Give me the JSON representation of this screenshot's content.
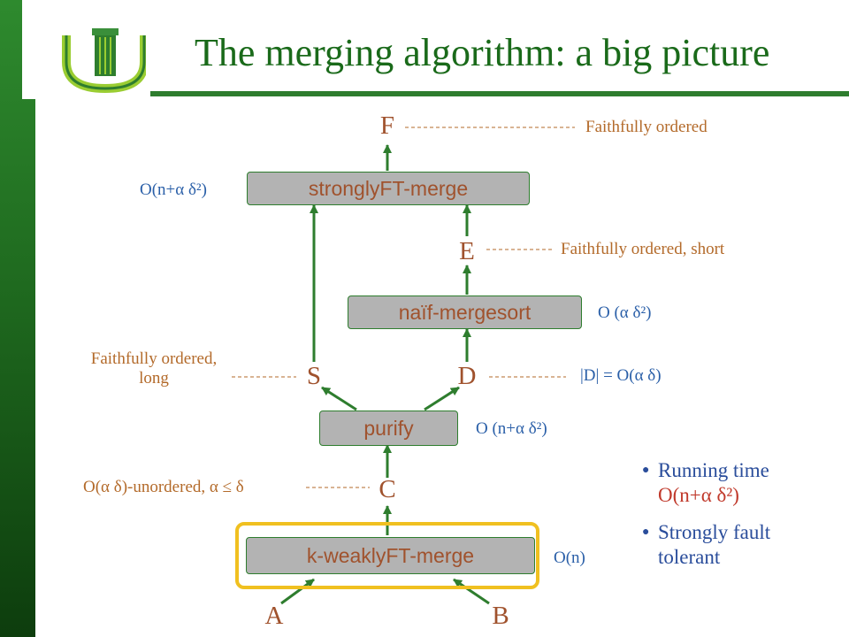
{
  "title": "The merging algorithm: a big picture",
  "logo": {
    "icon": "university-u-logo-icon",
    "colors": {
      "tower": "#2e7d2e",
      "u": "#9acd32"
    }
  },
  "colors": {
    "accent_green": "#2e7d2e",
    "box_fill": "#b3b3b3",
    "label_orange": "#b36a2a",
    "label_blue": "#2a5fa8",
    "highlight": "#f0c020"
  },
  "diagram": {
    "boxes": {
      "strongly": "stronglyFT-merge",
      "naif": "naïf-mergesort",
      "purify": "purify",
      "weakly": "k-weaklyFT-merge"
    },
    "nodes": {
      "F": "F",
      "E": "E",
      "S": "S",
      "D": "D",
      "C": "C",
      "A": "A",
      "B": "B"
    },
    "annotations": {
      "f_label": "Faithfully ordered",
      "e_label": "Faithfully ordered, short",
      "s_label_line1": "Faithfully ordered,",
      "s_label_line2": "long",
      "d_label": "|D| = O(α δ)",
      "c_label": "O(α δ)-unordered, α ≤ δ",
      "strongly_cost": "O(n+α δ²)",
      "naif_cost": "O (α δ²)",
      "purify_cost": "O (n+α δ²)",
      "weakly_cost": "O(n)"
    }
  },
  "bullets": [
    {
      "text": "Running time",
      "subtext": "O(n+α δ²)"
    },
    {
      "text": "Strongly fault",
      "subtext": "tolerant"
    }
  ]
}
